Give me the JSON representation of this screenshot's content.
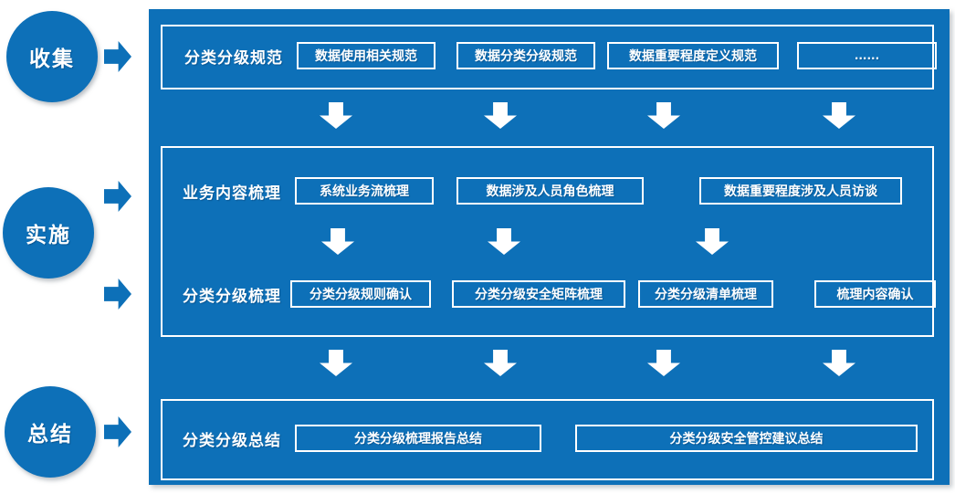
{
  "colors": {
    "blue": "#0d70b8",
    "text": "#ffffff"
  },
  "stages": [
    {
      "label": "收集"
    },
    {
      "label": "实施"
    },
    {
      "label": "总结"
    }
  ],
  "rows": [
    {
      "label": "分类分级规范",
      "boxes": [
        "数据使用相关规范",
        "数据分类分级规范",
        "数据重要程度定义规范",
        "......"
      ]
    },
    {
      "label": "业务内容梳理",
      "boxes": [
        "系统业务流梳理",
        "数据涉及人员角色梳理",
        "数据重要程度涉及人员访谈"
      ]
    },
    {
      "label": "分类分级梳理",
      "boxes": [
        "分类分级规则确认",
        "分类分级安全矩阵梳理",
        "分类分级清单梳理",
        "梳理内容确认"
      ]
    },
    {
      "label": "分类分级总结",
      "boxes": [
        "分类分级梳理报告总结",
        "分类分级安全管控建议总结"
      ]
    }
  ]
}
